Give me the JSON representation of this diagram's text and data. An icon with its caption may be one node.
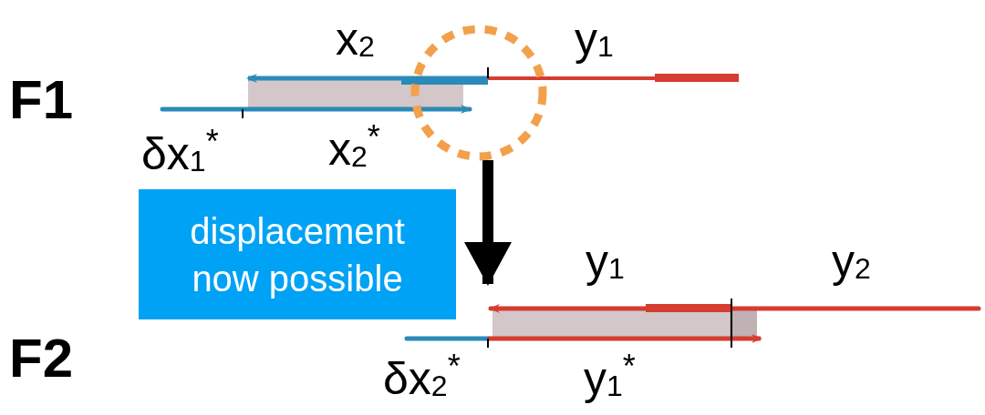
{
  "diagram": {
    "nodes": [
      {
        "text": [
          "F1"
        ]
      },
      {
        "text": [
          "F2"
        ]
      },
      {
        "text": [
          "displacement now possible"
        ]
      }
    ],
    "edges": [
      {
        "from": 0,
        "to": 1,
        "arrow": "to"
      }
    ],
    "labels": [
      "x$_{2}$",
      "y$_{1}$",
      "δx$_{1}$$^{*}$",
      "x$_{2}$$^{*}$",
      "y$_{1}$",
      "y$_{2}$",
      "δx$_{2}$$^{*}$",
      "y$_{1}$$^{*}$"
    ]
  }
}
